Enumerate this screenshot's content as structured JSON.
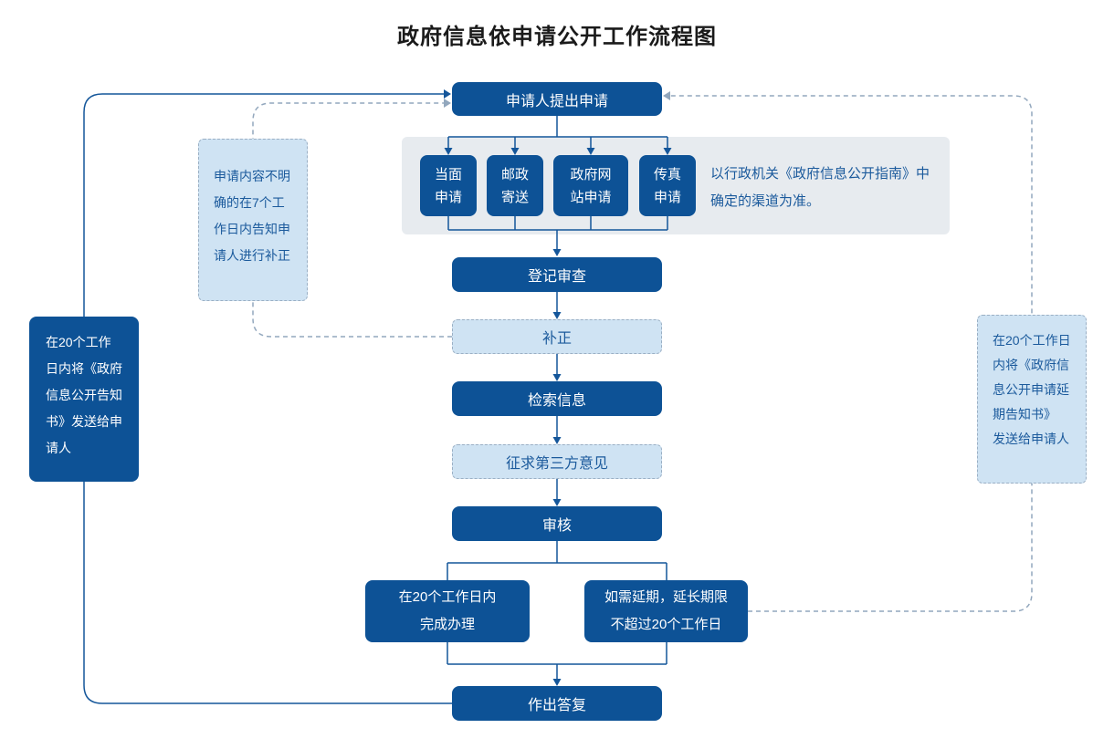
{
  "title": "政府信息依申请公开工作流程图",
  "colors": {
    "node_dark": "#0d5296",
    "node_light_fill": "#cfe3f3",
    "node_light_border": "#9aafc4",
    "panel_gray": "#e7ebef",
    "solid_connector": "#14569a",
    "dashed_connector": "#92a7bd",
    "light_text": "#1b5a9c"
  },
  "nodes": {
    "apply": "申请人提出申请",
    "register": "登记审查",
    "supplement": "补正",
    "search": "检索信息",
    "third_party": "征求第三方意见",
    "review": "审核",
    "within_20_days": "在20个工作日内完成办理",
    "extension": "如需延期，延长期限不超过20个工作日",
    "reply": "作出答复"
  },
  "channels": [
    "当面申请",
    "邮政寄送",
    "政府网站申请",
    "传真申请"
  ],
  "channels_note": "以行政机关《政府信息公开指南》中确定的渠道为准。",
  "annotations": {
    "reply_notice": "在20个工作日内将《政府信息公开告知书》发送给申请人",
    "supplement_note": "申请内容不明确的在7个工作日内告知申请人进行补正",
    "extension_notice": "在20个工作日内将《政府信息公开申请延期告知书》 发送给申请人"
  }
}
